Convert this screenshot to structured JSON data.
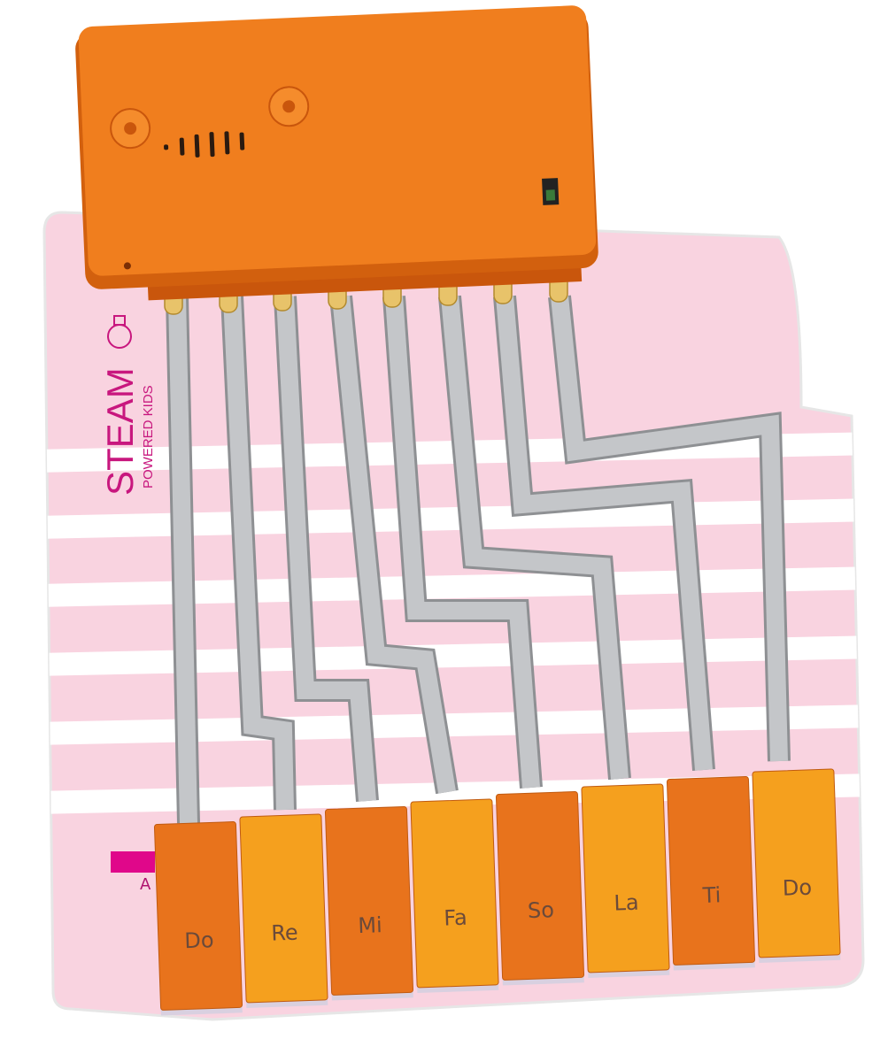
{
  "logo": {
    "main": "STEAM",
    "sub": "POWERED KIDS"
  },
  "side_label": "A",
  "keys": [
    {
      "label": "Do",
      "color": "#E8731C"
    },
    {
      "label": "Re",
      "color": "#F5A01E"
    },
    {
      "label": "Mi",
      "color": "#E8731C"
    },
    {
      "label": "Fa",
      "color": "#F5A01E"
    },
    {
      "label": "So",
      "color": "#E8731C"
    },
    {
      "label": "La",
      "color": "#F5A01E"
    },
    {
      "label": "Ti",
      "color": "#E8731C"
    },
    {
      "label": "Do",
      "color": "#F5A01E"
    }
  ],
  "colors": {
    "board": "#F9D3E0",
    "stripe": "#FFFFFF",
    "trace": "#B9BBBE",
    "module": "#F07E1E",
    "module_edge": "#C9560C",
    "pin": "#E8C36A",
    "logo": "#C8177E"
  }
}
